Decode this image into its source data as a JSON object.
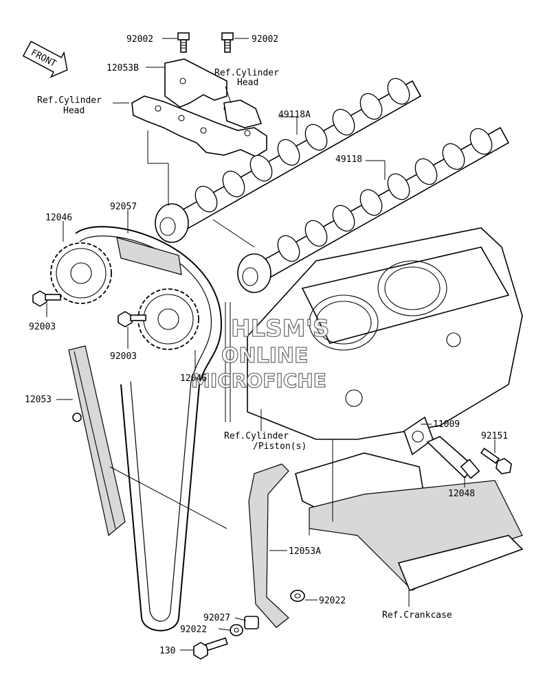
{
  "diagram": {
    "front_arrow": "FRONT",
    "labels": {
      "bolt_92002_left": "92002",
      "bolt_92002_right": "92002",
      "cap_12053B": "12053B",
      "ref_cyl_head_top_1": "Ref.Cylinder",
      "ref_cyl_head_top_2": "Head",
      "ref_cyl_head_left_1": "Ref.Cylinder",
      "ref_cyl_head_left_2": "Head",
      "camshaft_49118A": "49118A",
      "camshaft_49118": "49118",
      "chain_92057": "92057",
      "sprocket_12046_top": "12046",
      "bolt_92003_left": "92003",
      "bolt_92003_mid": "92003",
      "sprocket_12046_bottom": "12046",
      "guide_12053": "12053",
      "ref_cyl_piston_1": "Ref.Cylinder",
      "ref_cyl_piston_2": "/Piston(s)",
      "gasket_11009": "11009",
      "bolt_92151": "92151",
      "tensioner_12048": "12048",
      "guide_12053A": "12053A",
      "washer_92022_right": "92022",
      "ref_crankcase": "Ref.Crankcase",
      "collar_92027": "92027",
      "washer_92022_left": "92022",
      "bolt_130": "130"
    },
    "watermark": {
      "line1": "HLSM'S",
      "line2": "ONLINE",
      "line3": "MICROFICHE"
    }
  }
}
